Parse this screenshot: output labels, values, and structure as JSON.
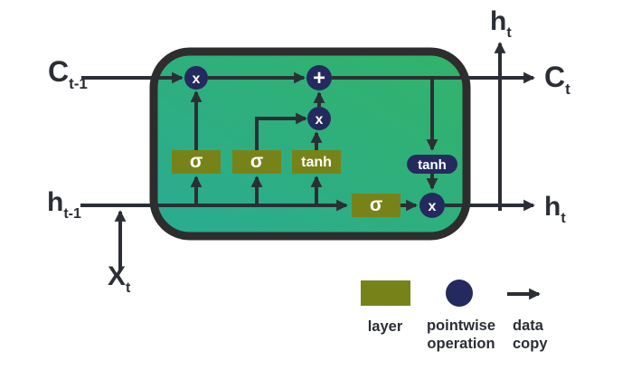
{
  "colors": {
    "layer": "#778319",
    "pointwise_op": "#242a5d",
    "wire": "#2b2e34",
    "cell_border": "#2d2d2d",
    "cell_gradient_start": "#32b368",
    "cell_gradient_end": "#2aab93",
    "label_text": "#2b2e34",
    "shape_text": "#ffffff"
  },
  "labels": {
    "c_prev": {
      "base": "C",
      "sub": "t-1"
    },
    "h_prev": {
      "base": "h",
      "sub": "t-1"
    },
    "x_input": {
      "base": "X",
      "sub": "t"
    },
    "h_out_top": {
      "base": "h",
      "sub": "t"
    },
    "c_out": {
      "base": "C",
      "sub": "t"
    },
    "h_out_right": {
      "base": "h",
      "sub": "t"
    }
  },
  "gates": {
    "forget": "σ",
    "input": "σ",
    "candidate": "tanh",
    "output": "σ"
  },
  "operations": {
    "forget_multiply": "x",
    "add": "+",
    "input_multiply": "x",
    "tanh": "tanh",
    "output_multiply": "x"
  },
  "legend": {
    "layer": "layer",
    "pointwise_line1": "pointwise",
    "pointwise_line2": "operation",
    "data_copy_line1": "data",
    "data_copy_line2": "copy"
  }
}
